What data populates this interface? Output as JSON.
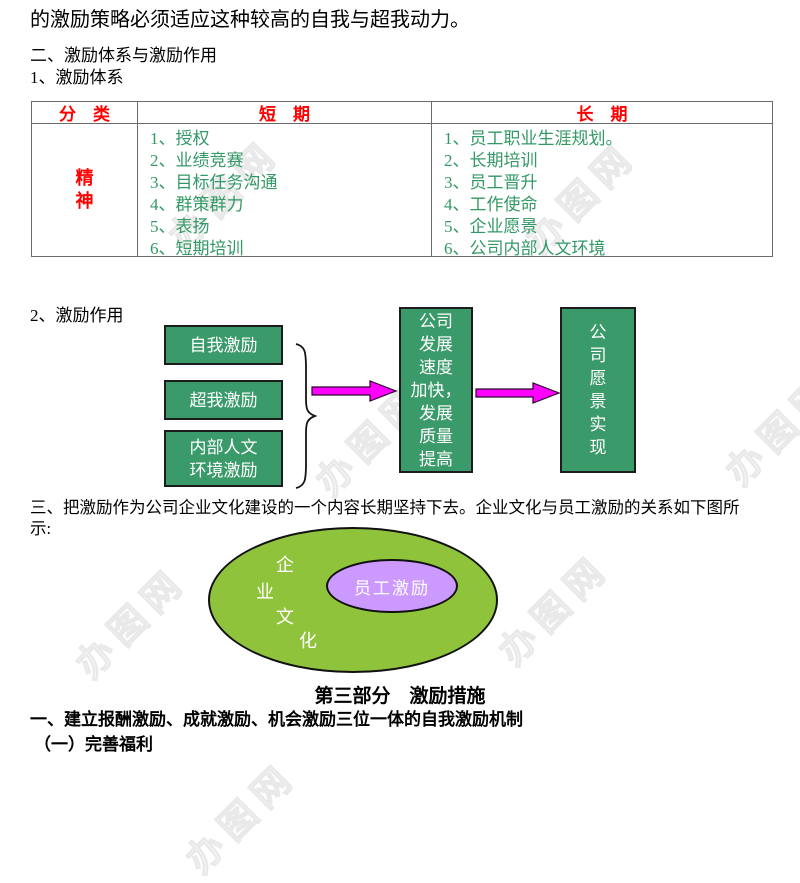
{
  "document": {
    "intro_line": "的激励策略必须适应这种较高的自我与超我动力。",
    "section2_heading": "二、激励体系与激励作用",
    "subsection1_heading": "1、激励体系",
    "subsection2_heading": "2、激励作用",
    "section3_lines": [
      "三、把激励作为公司企业文化建设的一个内容长期坚持下去。企业文化与员工激励的关系如下图所",
      "示:"
    ],
    "part3_title": "第三部分　激励措施",
    "part3_item1": "一、建立报酬激励、成就激励、机会激励三位一体的自我激励机制",
    "part3_item2": "（一）完善福利"
  },
  "table": {
    "headers": [
      "分　类",
      "短　期",
      "长　期"
    ],
    "category_lines": [
      "精",
      "神"
    ],
    "short_term_items": [
      "1、授权",
      "2、业绩竞赛",
      "3、目标任务沟通",
      "4、群策群力",
      "5、表扬",
      "6、短期培训"
    ],
    "long_term_items": [
      "1、员工职业生涯规划。",
      "2、长期培训",
      "3、员工晋升",
      "4、工作使命",
      "5、企业愿景",
      "6、公司内部人文环境"
    ],
    "header_color": "#ff0000",
    "item_color": "#339966"
  },
  "flow_diagram": {
    "source_boxes": [
      [
        "自我激励"
      ],
      [
        "超我激励"
      ],
      [
        "内部人文",
        "环境激励"
      ]
    ],
    "middle_box_lines": [
      "公司",
      "发展",
      "速度",
      "加快，",
      "发展",
      "质量",
      "提高"
    ],
    "result_box_lines": [
      "公",
      "司",
      "愿",
      "景",
      "实",
      "现"
    ],
    "box_fill": "#3a9a6a",
    "arrow_color": "#ff00ff"
  },
  "venn_diagram": {
    "outer_label_chars": [
      "企",
      "业",
      "文",
      "化"
    ],
    "inner_label": "员工激励",
    "outer_fill": "#8fc33c",
    "inner_fill": "#cc99ff"
  },
  "watermark": {
    "text": "办图网"
  }
}
